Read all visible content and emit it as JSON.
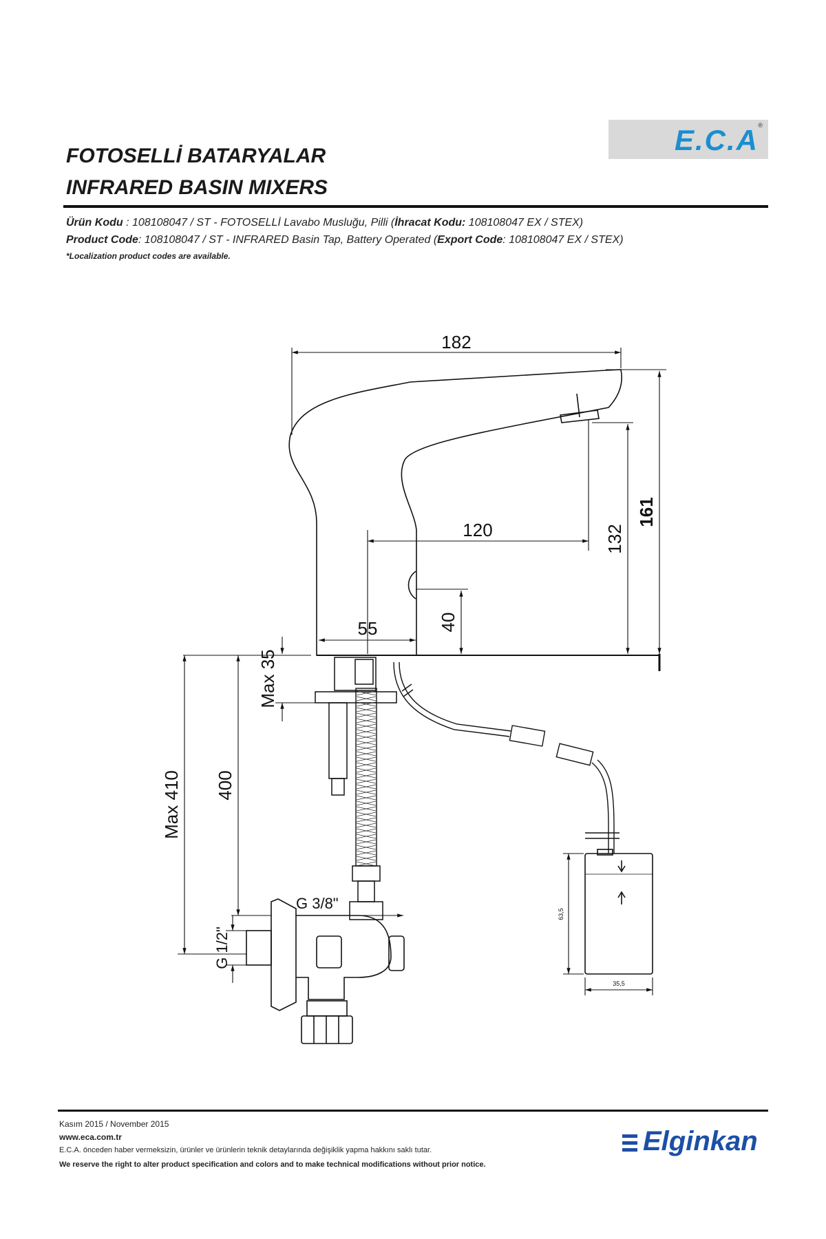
{
  "brand": {
    "logo_text": "E.C.A",
    "logo_mark": "®",
    "colors": {
      "eca_blue": "#1b8ed0",
      "elginkan_blue": "#1c4fa6"
    }
  },
  "header": {
    "title_tr": "FOTOSELLİ BATARYALAR",
    "title_en": "INFRARED BASIN MIXERS"
  },
  "product": {
    "tr_label": "Ürün Kodu",
    "tr_value": "  : 108108047 / ST - FOTOSELLİ Lavabo Musluğu, Pilli (",
    "tr_export_label": "İhracat Kodu:",
    "tr_export_value": " 108108047 EX / STEX)",
    "en_label": "Product Code",
    "en_value": ": 108108047 / ST - INFRARED Basin Tap, Battery Operated (",
    "en_export_label": "Export Code",
    "en_export_value": ": 108108047 EX / STEX)",
    "note": "*Localization product codes are available."
  },
  "dimensions": {
    "width_total": "182",
    "reach": "120",
    "base": "55",
    "height_spout": "132",
    "height_total": "161",
    "sensor_height": "40",
    "max_deck": "Max 35",
    "hose_length": "400",
    "max_total": "Max 410",
    "thread_hose": "G 3/8\"",
    "thread_inlet": "G 1/2\"",
    "battery_height": "63,5",
    "battery_width": "35,5"
  },
  "footer": {
    "date": "Kasım 2015 / November 2015",
    "website": "www.eca.com.tr",
    "notice_tr": "E.C.A. önceden haber vermeksizin, ürünler ve ürünlerin teknik detaylarında değişiklik yapma hakkını saklı tutar.",
    "notice_en": "We reserve the right to alter product specification and colors and to make technical modifications without prior notice.",
    "brand": "Elginkan"
  }
}
